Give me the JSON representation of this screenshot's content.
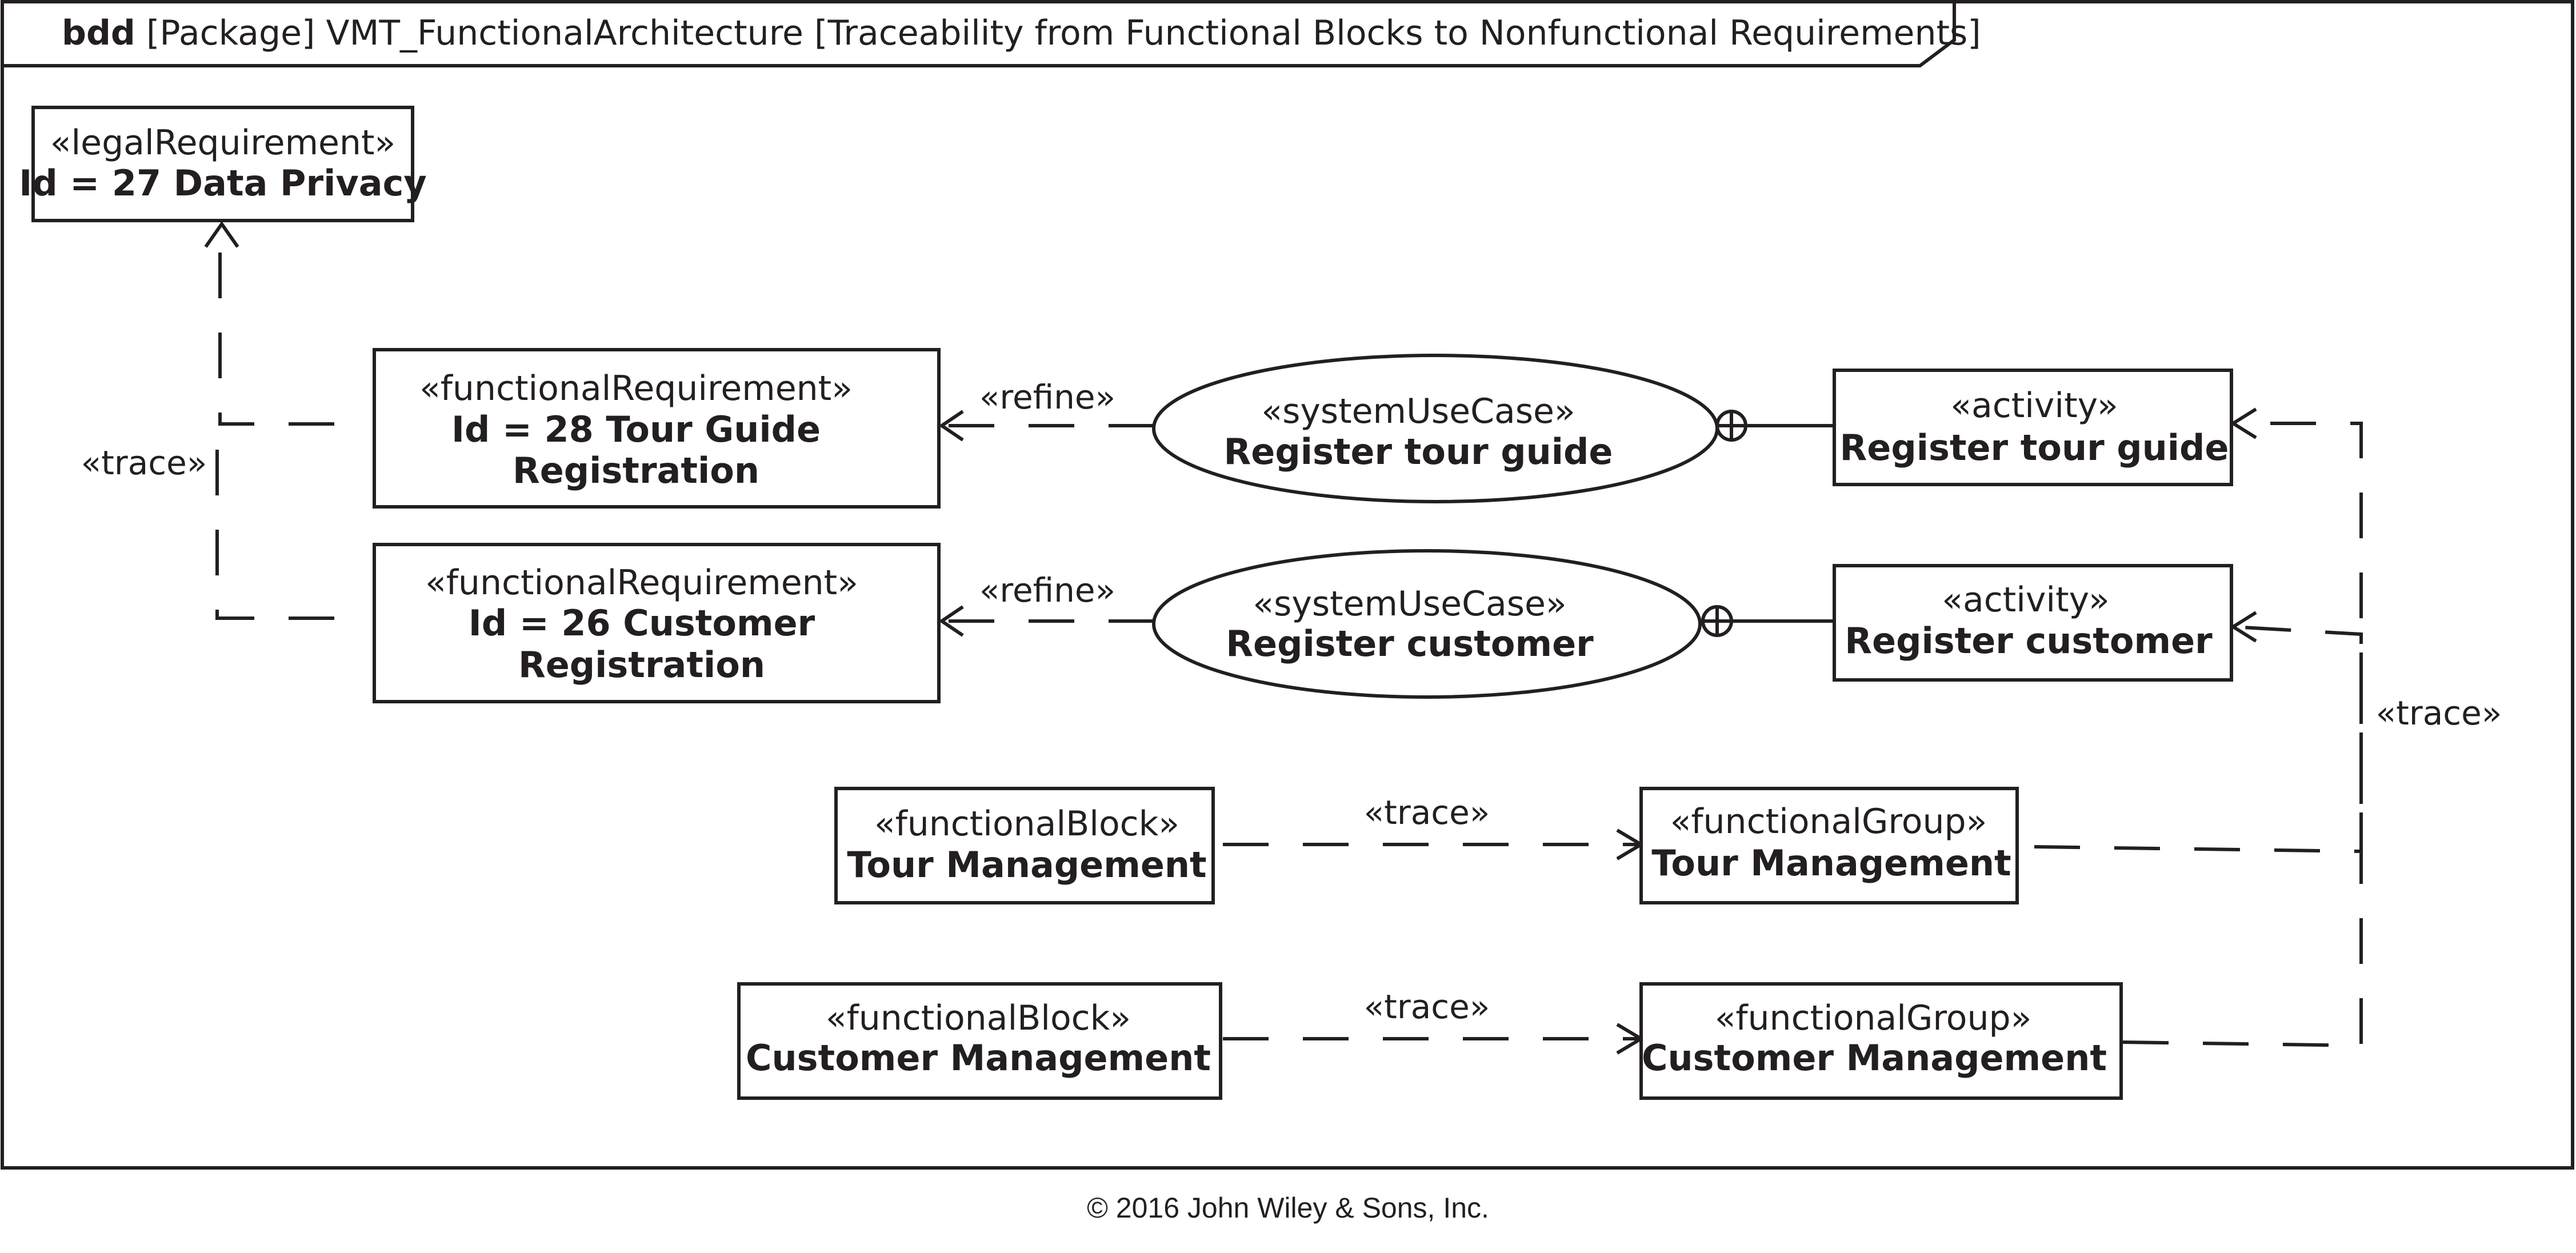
{
  "frame": {
    "kind": "bdd",
    "header": "[Package] VMT_FunctionalArchitecture [Traceability from Functional Blocks to Nonfunctional Requirements]"
  },
  "nodes": {
    "legal_req": {
      "stereotype": "«legalRequirement»",
      "name": "Id = 27 Data Privacy"
    },
    "func_req_28": {
      "stereotype": "«functionalRequirement»",
      "name_line1": "Id = 28 Tour Guide",
      "name_line2": "Registration"
    },
    "func_req_26": {
      "stereotype": "«functionalRequirement»",
      "name_line1": "Id = 26 Customer",
      "name_line2": "Registration"
    },
    "usecase_tour_guide": {
      "stereotype": "«systemUseCase»",
      "name": "Register tour guide"
    },
    "usecase_customer": {
      "stereotype": "«systemUseCase»",
      "name": "Register customer"
    },
    "activity_tour_guide": {
      "stereotype": "«activity»",
      "name": "Register tour guide"
    },
    "activity_customer": {
      "stereotype": "«activity»",
      "name": "Register customer"
    },
    "fblock_tour": {
      "stereotype": "«functionalBlock»",
      "name": "Tour Management"
    },
    "fblock_customer": {
      "stereotype": "«functionalBlock»",
      "name": "Customer Management"
    },
    "fgroup_tour": {
      "stereotype": "«functionalGroup»",
      "name": "Tour Management"
    },
    "fgroup_customer": {
      "stereotype": "«functionalGroup»",
      "name": "Customer Management"
    }
  },
  "edges": {
    "trace_left": "«trace»",
    "refine_tour": "«refine»",
    "refine_customer": "«refine»",
    "trace_right": "«trace»",
    "trace_tour_blocks": "«trace»",
    "trace_customer_blocks": "«trace»"
  },
  "copyright": "© 2016 John Wiley & Sons, Inc."
}
